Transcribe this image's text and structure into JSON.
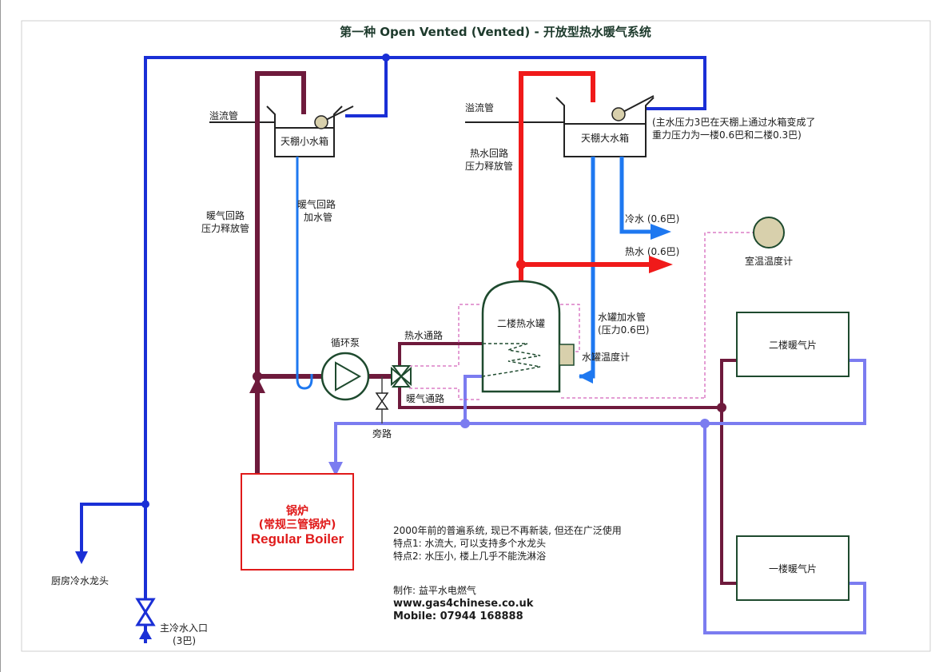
{
  "title": "第一种 Open Vented (Vented) - 开放型热水暖气系统",
  "labels": {
    "overflow_left": "溢流管",
    "overflow_right": "溢流管",
    "small_tank": "天棚小水箱",
    "big_tank": "天棚大水箱",
    "pressure_note_1": "(主水压力3巴在天棚上通过水箱变成了",
    "pressure_note_2": "重力压力为一楼0.6巴和二楼0.3巴)",
    "heating_feed_1": "暖气回路",
    "heating_feed_2": "加水管",
    "heating_release_1": "暖气回路",
    "heating_release_2": "压力释放管",
    "hot_release_1": "热水回路",
    "hot_release_2": "压力释放管",
    "cold_water": "冷水 (0.6巴)",
    "hot_water": "热水 (0.6巴)",
    "room_thermostat": "室温温度计",
    "pump": "循环泵",
    "hot_path": "热水通路",
    "heat_path": "暖气通路",
    "cylinder": "二楼热水罐",
    "cylinder_feed_1": "水罐加水管",
    "cylinder_feed_2": "(压力0.6巴)",
    "cylinder_thermostat": "水罐温度计",
    "bypass": "旁路",
    "radiator_2f": "二楼暖气片",
    "radiator_1f": "一楼暖气片",
    "boiler_cn": "锅炉",
    "boiler_type": "(常规三管锅炉)",
    "boiler_en": "Regular Boiler",
    "kitchen_tap": "厨房冷水龙头",
    "mains_inlet_1": "主冷水入口",
    "mains_inlet_2": "(3巴)",
    "note_1": "2000年前的普遍系统, 现已不再新装, 但还在广泛使用",
    "note_2": "特点1: 水流大, 可以支持多个水龙头",
    "note_3": "特点2: 水压小, 楼上几乎不能洗淋浴",
    "credit_1": "制作: 益平水电燃气",
    "credit_2": "www.gas4chinese.co.uk",
    "credit_3": "Mobile: 07944 168888"
  },
  "colors": {
    "cold_main": "#1a2fd6",
    "feed_blue": "#1e78f0",
    "hot_red": "#f01a1a",
    "heating_flow": "#6e1a3c",
    "heating_return": "#7b7cf0",
    "control_dashed": "#c83ca8",
    "equipment": "#1e4a2e",
    "float_ball": "#d8d0ac"
  }
}
